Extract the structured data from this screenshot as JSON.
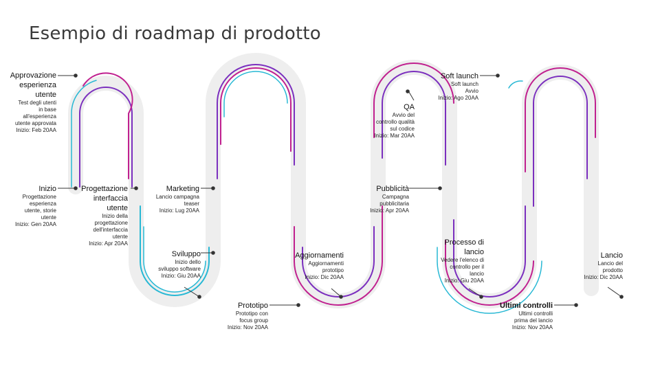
{
  "title": "Esempio di roadmap di prodotto",
  "colors": {
    "purple": "#7b2fbe",
    "magenta": "#c0208f",
    "cyan": "#27b8d4",
    "road": "#eeeeee",
    "dot": "#333333"
  },
  "milestones": {
    "approvazione": {
      "title": "Approvazione\nesperienza\nutente",
      "desc": "Test degli utenti\nin base\nall'esperienza\nutente approvata\nInizio: Feb 20AA"
    },
    "inizio": {
      "title": "Inizio",
      "desc": "Progettazione\nesperienza\nutente, storie\nutente\nInizio: Gen 20AA"
    },
    "progettazione": {
      "title": "Progettazione\ninterfaccia\nutente",
      "desc": "Inizio della\nprogettazione\ndell'interfaccia\nutente\nInizio: Apr 20AA"
    },
    "marketing": {
      "title": "Marketing",
      "desc": "Lancio campagna\nteaser\nInizio: Lug 20AA"
    },
    "sviluppo": {
      "title": "Sviluppo",
      "desc": "Inizio dello\nsviluppo software\nInizio: Giu 20AA"
    },
    "prototipo": {
      "title": "Prototipo",
      "desc": "Prototipo con\nfocus group\nInizio: Nov 20AA"
    },
    "aggiornamenti": {
      "title": "Aggiornamenti",
      "desc": "Aggiornamenti\nprototipo\nInizio: Dic 20AA"
    },
    "qa": {
      "title": "QA",
      "desc": "Avvio del\ncontrollo qualità\nsul codice\nInizio: Mar 20AA"
    },
    "pubblicita": {
      "title": "Pubblicità",
      "desc": "Campagna\npubblicitaria\nInizio: Apr 20AA"
    },
    "processo": {
      "title": "Processo di\nlancio",
      "desc": "Vedere l'elenco di\ncontrollo per il\nlancio\nInizio: Giu 20AA"
    },
    "soft_launch": {
      "title": "Soft launch",
      "desc": "Soft launch\nAvvio\nInizio: Ago 20AA"
    },
    "lancio": {
      "title": "Lancio",
      "desc": "Lancio del\nprodotto\nInizio: Dic 20AA"
    },
    "ultimi": {
      "title": "Ultimi controlli",
      "desc": "Ultimi controlli\nprima del lancio\nInizio: Nov 20AA"
    }
  }
}
